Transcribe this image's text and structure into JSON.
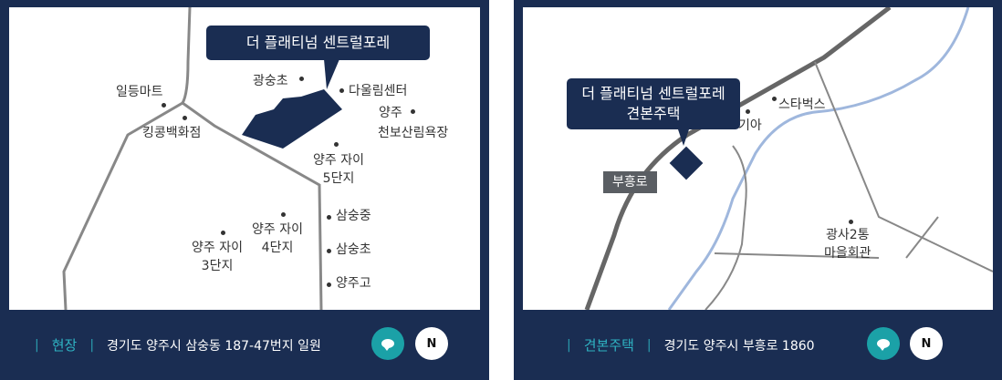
{
  "left_map": {
    "callout": "더 플래티넘 센트럴포레",
    "labels": {
      "ildeung_mart": "일등마트",
      "kingkong": "킹콩백화점",
      "gwangsung_elem": "광숭초",
      "daul_center": "다울림센터",
      "yangju": "양주",
      "cheonbo_bath": "천보산림욕장",
      "xi5": "양주 자이\n5단지",
      "xi4": "양주 자이\n4단지",
      "xi3": "양주 자이\n3단지",
      "samsung_middle": "삼숭중",
      "samsung_elem": "삼숭초",
      "yangju_high": "양주고"
    },
    "footer": {
      "label": "현장",
      "address": "경기도 양주시 삼숭동 187-47번지 일원"
    }
  },
  "right_map": {
    "callout": "더 플래티넘 센트럴포레\n견본주택",
    "road_label": "부흥로",
    "labels": {
      "starbucks": "스타벅스",
      "kia": "기아",
      "village_hall": "광사2통\n마을회관"
    },
    "footer": {
      "label": "견본주택",
      "address": "경기도 양주시 부흥로 1860"
    }
  },
  "buttons": {
    "n_label": "N"
  },
  "colors": {
    "navy": "#1a2d52",
    "teal": "#1ba1a7",
    "river": "#9fb7dd",
    "road": "#888888"
  }
}
